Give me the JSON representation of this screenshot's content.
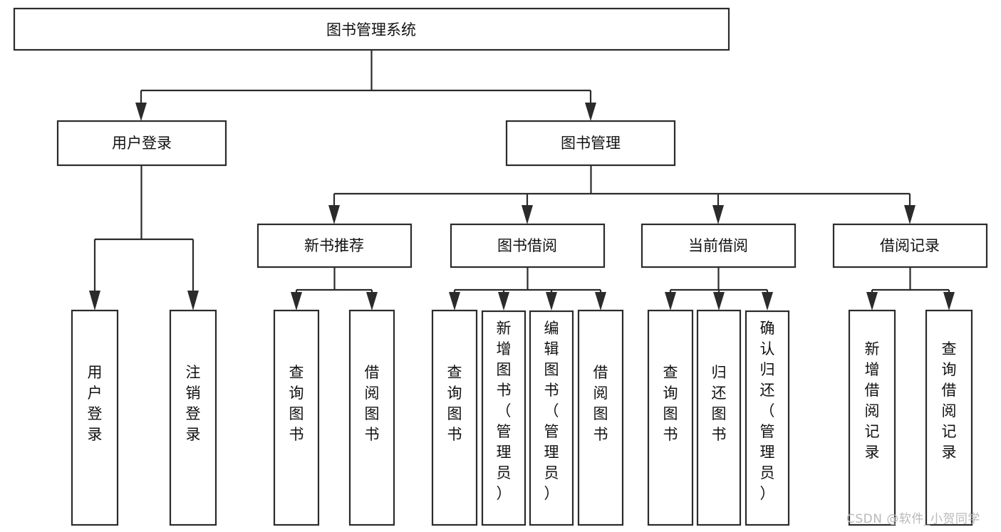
{
  "diagram": {
    "type": "tree-hierarchy",
    "title": "图书管理系统",
    "watermark": "CSDN @软件_小贺同学",
    "colors": {
      "stroke": "#2b2b2b",
      "fill": "#ffffff",
      "text": "#111111",
      "watermark": "#b9b9b9",
      "background": "#ffffff"
    },
    "levels": [
      {
        "level": 1,
        "nodes": [
          {
            "id": "root",
            "label": "图书管理系统",
            "orientation": "horizontal"
          }
        ]
      },
      {
        "level": 2,
        "nodes": [
          {
            "id": "login",
            "label": "用户登录",
            "orientation": "horizontal",
            "parent": "root"
          },
          {
            "id": "bookmgmt",
            "label": "图书管理",
            "orientation": "horizontal",
            "parent": "root"
          }
        ]
      },
      {
        "level": 3,
        "nodes": [
          {
            "id": "newbook",
            "label": "新书推荐",
            "orientation": "horizontal",
            "parent": "bookmgmt"
          },
          {
            "id": "borrow",
            "label": "图书借阅",
            "orientation": "horizontal",
            "parent": "bookmgmt"
          },
          {
            "id": "current",
            "label": "当前借阅",
            "orientation": "horizontal",
            "parent": "bookmgmt"
          },
          {
            "id": "records",
            "label": "借阅记录",
            "orientation": "horizontal",
            "parent": "bookmgmt"
          }
        ]
      },
      {
        "level": 4,
        "nodes": [
          {
            "id": "leaf-user-login",
            "label": "用户登录",
            "orientation": "vertical",
            "parent": "login"
          },
          {
            "id": "leaf-user-logout",
            "label": "注销登录",
            "orientation": "vertical",
            "parent": "login"
          },
          {
            "id": "leaf-query-book-1",
            "label": "查询图书",
            "orientation": "vertical",
            "parent": "newbook"
          },
          {
            "id": "leaf-borrow-book-1",
            "label": "借阅图书",
            "orientation": "vertical",
            "parent": "newbook"
          },
          {
            "id": "leaf-query-book-2",
            "label": "查询图书",
            "orientation": "vertical",
            "parent": "borrow"
          },
          {
            "id": "leaf-add-book",
            "label": "新增图书（管理员）",
            "orientation": "vertical",
            "parent": "borrow"
          },
          {
            "id": "leaf-edit-book",
            "label": "编辑图书（管理员）",
            "orientation": "vertical",
            "parent": "borrow"
          },
          {
            "id": "leaf-borrow-book-2",
            "label": "借阅图书",
            "orientation": "vertical",
            "parent": "borrow"
          },
          {
            "id": "leaf-query-book-3",
            "label": "查询图书",
            "orientation": "vertical",
            "parent": "current"
          },
          {
            "id": "leaf-return-book",
            "label": "归还图书",
            "orientation": "vertical",
            "parent": "current"
          },
          {
            "id": "leaf-confirm-return",
            "label": "确认归还（管理员）",
            "orientation": "vertical",
            "parent": "current"
          },
          {
            "id": "leaf-add-record",
            "label": "新增借阅记录",
            "orientation": "vertical",
            "parent": "records"
          },
          {
            "id": "leaf-query-record",
            "label": "查询借阅记录",
            "orientation": "vertical",
            "parent": "records"
          }
        ]
      }
    ]
  }
}
